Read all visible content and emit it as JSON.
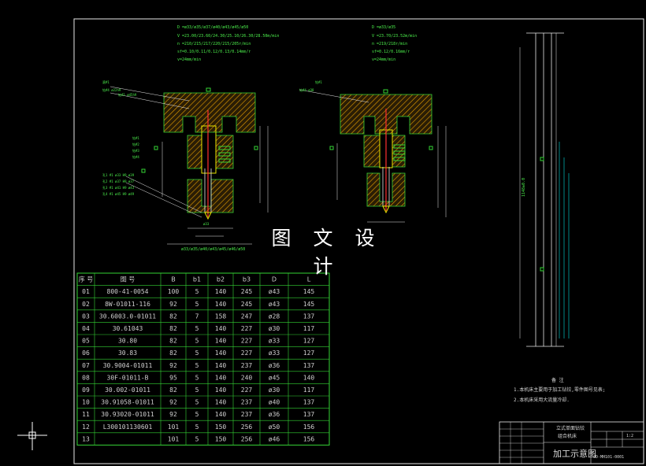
{
  "watermark": "图 文 设 计",
  "table": {
    "headers": [
      "序 号",
      "图 号",
      "B",
      "b1",
      "b2",
      "b3",
      "D",
      "L"
    ],
    "rows": [
      [
        "01",
        "800-41-0054",
        "100",
        "5",
        "140",
        "245",
        "ø43",
        "145"
      ],
      [
        "02",
        "8W-01011-116",
        "92",
        "5",
        "140",
        "245",
        "ø43",
        "145"
      ],
      [
        "03",
        "30.6003.0-01011",
        "82",
        "7",
        "158",
        "247",
        "ø28",
        "137"
      ],
      [
        "04",
        "30.61043",
        "82",
        "5",
        "140",
        "227",
        "ø30",
        "117"
      ],
      [
        "05",
        "30.80",
        "82",
        "5",
        "140",
        "227",
        "ø33",
        "127"
      ],
      [
        "06",
        "30.83",
        "82",
        "5",
        "140",
        "227",
        "ø33",
        "127"
      ],
      [
        "07",
        "30.9004-01011",
        "92",
        "5",
        "140",
        "237",
        "ø36",
        "137"
      ],
      [
        "08",
        "30F-01011-B",
        "95",
        "5",
        "140",
        "240",
        "ø45",
        "140"
      ],
      [
        "09",
        "30.002-01011",
        "82",
        "5",
        "140",
        "227",
        "ø30",
        "117"
      ],
      [
        "10",
        "30.91058-01011",
        "92",
        "5",
        "140",
        "237",
        "ø40",
        "137"
      ],
      [
        "11",
        "30.93020-01011",
        "92",
        "5",
        "140",
        "237",
        "ø36",
        "137"
      ],
      [
        "12",
        "L300101130601",
        "101",
        "5",
        "150",
        "256",
        "ø50",
        "156"
      ],
      [
        "13",
        "",
        "101",
        "5",
        "150",
        "256",
        "ø46",
        "156"
      ]
    ]
  },
  "notes": {
    "title": "备 注",
    "lines": [
      "1.本机床主要用于加工钻铰,零件图号见表;",
      "2.本机床采用大流量冷却."
    ]
  },
  "title_block": {
    "name_line1": "立式单面钻铰",
    "name_line2": "组合机床",
    "drawing_title": "加工示意图",
    "drawing_no": "JD-MH101-0001",
    "scale": "1:2"
  },
  "top_spec_left": [
    "D =ø33/ø35/ø37/ø40/ø43/ø45/ø50",
    "V =23.00/23.60/24.30/25.10/26.30/28.50m/min",
    "n =210/215/217/220/215/205r/min",
    "sf=0.10/0.11/0.12/0.13/0.14mm/r",
    "v=24mm/min"
  ],
  "top_spec_right": [
    "D =ø33/ø35",
    "V =23.70/23.52m/min",
    "n =219/218r/min",
    "sf=0.12/0.16mm/r",
    "v=24mm/min"
  ],
  "dim_label_bottom": "ø33/ø35/ø40/ø43/ø45/ø46/ø50",
  "rail_label": "1148±0.0",
  "colors": {
    "background": "#000000",
    "line": "#e8e8e8",
    "green": "#35d435",
    "yellow": "#e8e400",
    "cyan": "#00e0e0",
    "red": "#ff3030"
  }
}
